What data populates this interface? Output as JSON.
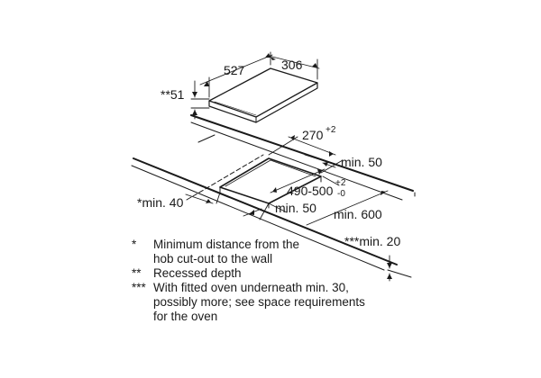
{
  "diagram": {
    "dimensions": {
      "hob_width": "527",
      "hob_depth": "306",
      "hob_height": "**51",
      "cutout_depth_main": "270",
      "cutout_depth_tol": "+2",
      "cutout_width_main": "490-500",
      "cutout_width_tol_upper": "+2",
      "cutout_width_tol_lower": "-0",
      "min_back": "min. 50",
      "min_side": "*min. 40",
      "min_front": "min. 50",
      "min_worktop": "min. 600",
      "min_below": "***min. 20"
    },
    "notes": [
      {
        "mark": "*",
        "text": "Minimum distance from the\nhob cut-out to the wall"
      },
      {
        "mark": "**",
        "text": "Recessed depth"
      },
      {
        "mark": "***",
        "text": "With fitted oven underneath min. 30,\npossibly more; see space requirements\nfor the oven"
      }
    ]
  }
}
